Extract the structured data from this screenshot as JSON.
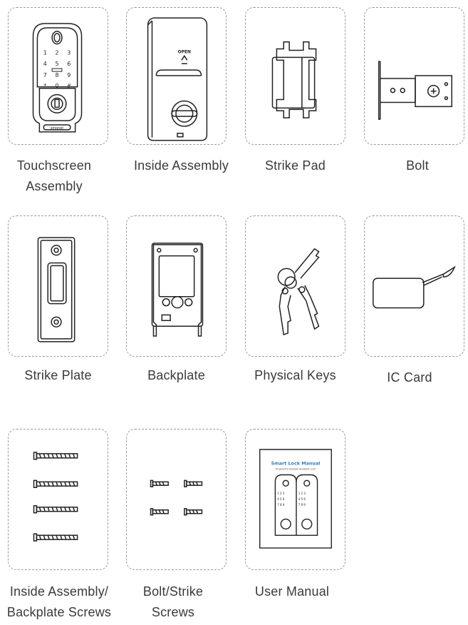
{
  "items": [
    {
      "caption": "Touchscreen\nAssembly"
    },
    {
      "caption": "Inside Assembly"
    },
    {
      "caption": "Strike Pad"
    },
    {
      "caption": "Bolt"
    },
    {
      "caption": "Strike Plate"
    },
    {
      "caption": "Backplate"
    },
    {
      "caption": "Physical Keys"
    },
    {
      "caption": "IC Card"
    },
    {
      "caption": "Inside Assembly/\nBackplate Screws"
    },
    {
      "caption": "Bolt/Strike\nScrews"
    },
    {
      "caption": "User Manual"
    }
  ],
  "keypad": [
    "1",
    "2",
    "3",
    "4",
    "5",
    "6",
    "7",
    "8",
    "9",
    "*",
    "0",
    "#"
  ],
  "inside_label": "OPEN",
  "brand_label": "smonet",
  "manual": {
    "title": "Smart Lock Manual",
    "subtitle": "Fingerprint Keypad Deadbolt Lock"
  },
  "colors": {
    "manual_title": "#2a7fc4",
    "line": "#222222",
    "dash": "#9a9a9a"
  }
}
